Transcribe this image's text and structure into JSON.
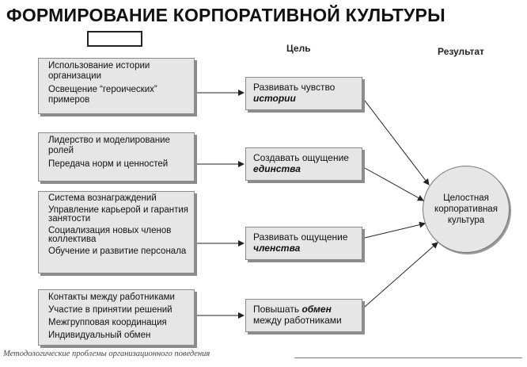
{
  "title": "ФОРМИРОВАНИЕ КОРПОРАТИВНОЙ КУЛЬТУРЫ",
  "headers": {
    "goal": "Цель",
    "result": "Результат"
  },
  "groups": [
    {
      "items": [
        "Использование истории организации",
        "Освещение “героических” примеров"
      ]
    },
    {
      "items": [
        "Лидерство и моделирование ролей",
        "Передача норм и ценностей"
      ]
    },
    {
      "items": [
        "Система вознаграждений",
        "Управление карьерой и гарантия занятости",
        "Социализация новых членов коллектива",
        "Обучение и развитие персонала"
      ]
    },
    {
      "items": [
        "Контакты между работниками",
        "Участие в принятии решений",
        "Межгрупповая координация",
        "Индивидуальный обмен"
      ]
    }
  ],
  "goals": [
    {
      "pre": "Развивать чувство",
      "em": "истории",
      "post": ""
    },
    {
      "pre": "Создавать ощущение",
      "em": "единства",
      "post": ""
    },
    {
      "pre": "Развивать ощущение",
      "em": "членства",
      "post": ""
    },
    {
      "pre": "Повышать",
      "em": "обмен",
      "post": "между работниками"
    }
  ],
  "result": "Целостная корпоративная культура",
  "footer": "Методологические проблемы организационного поведения"
}
